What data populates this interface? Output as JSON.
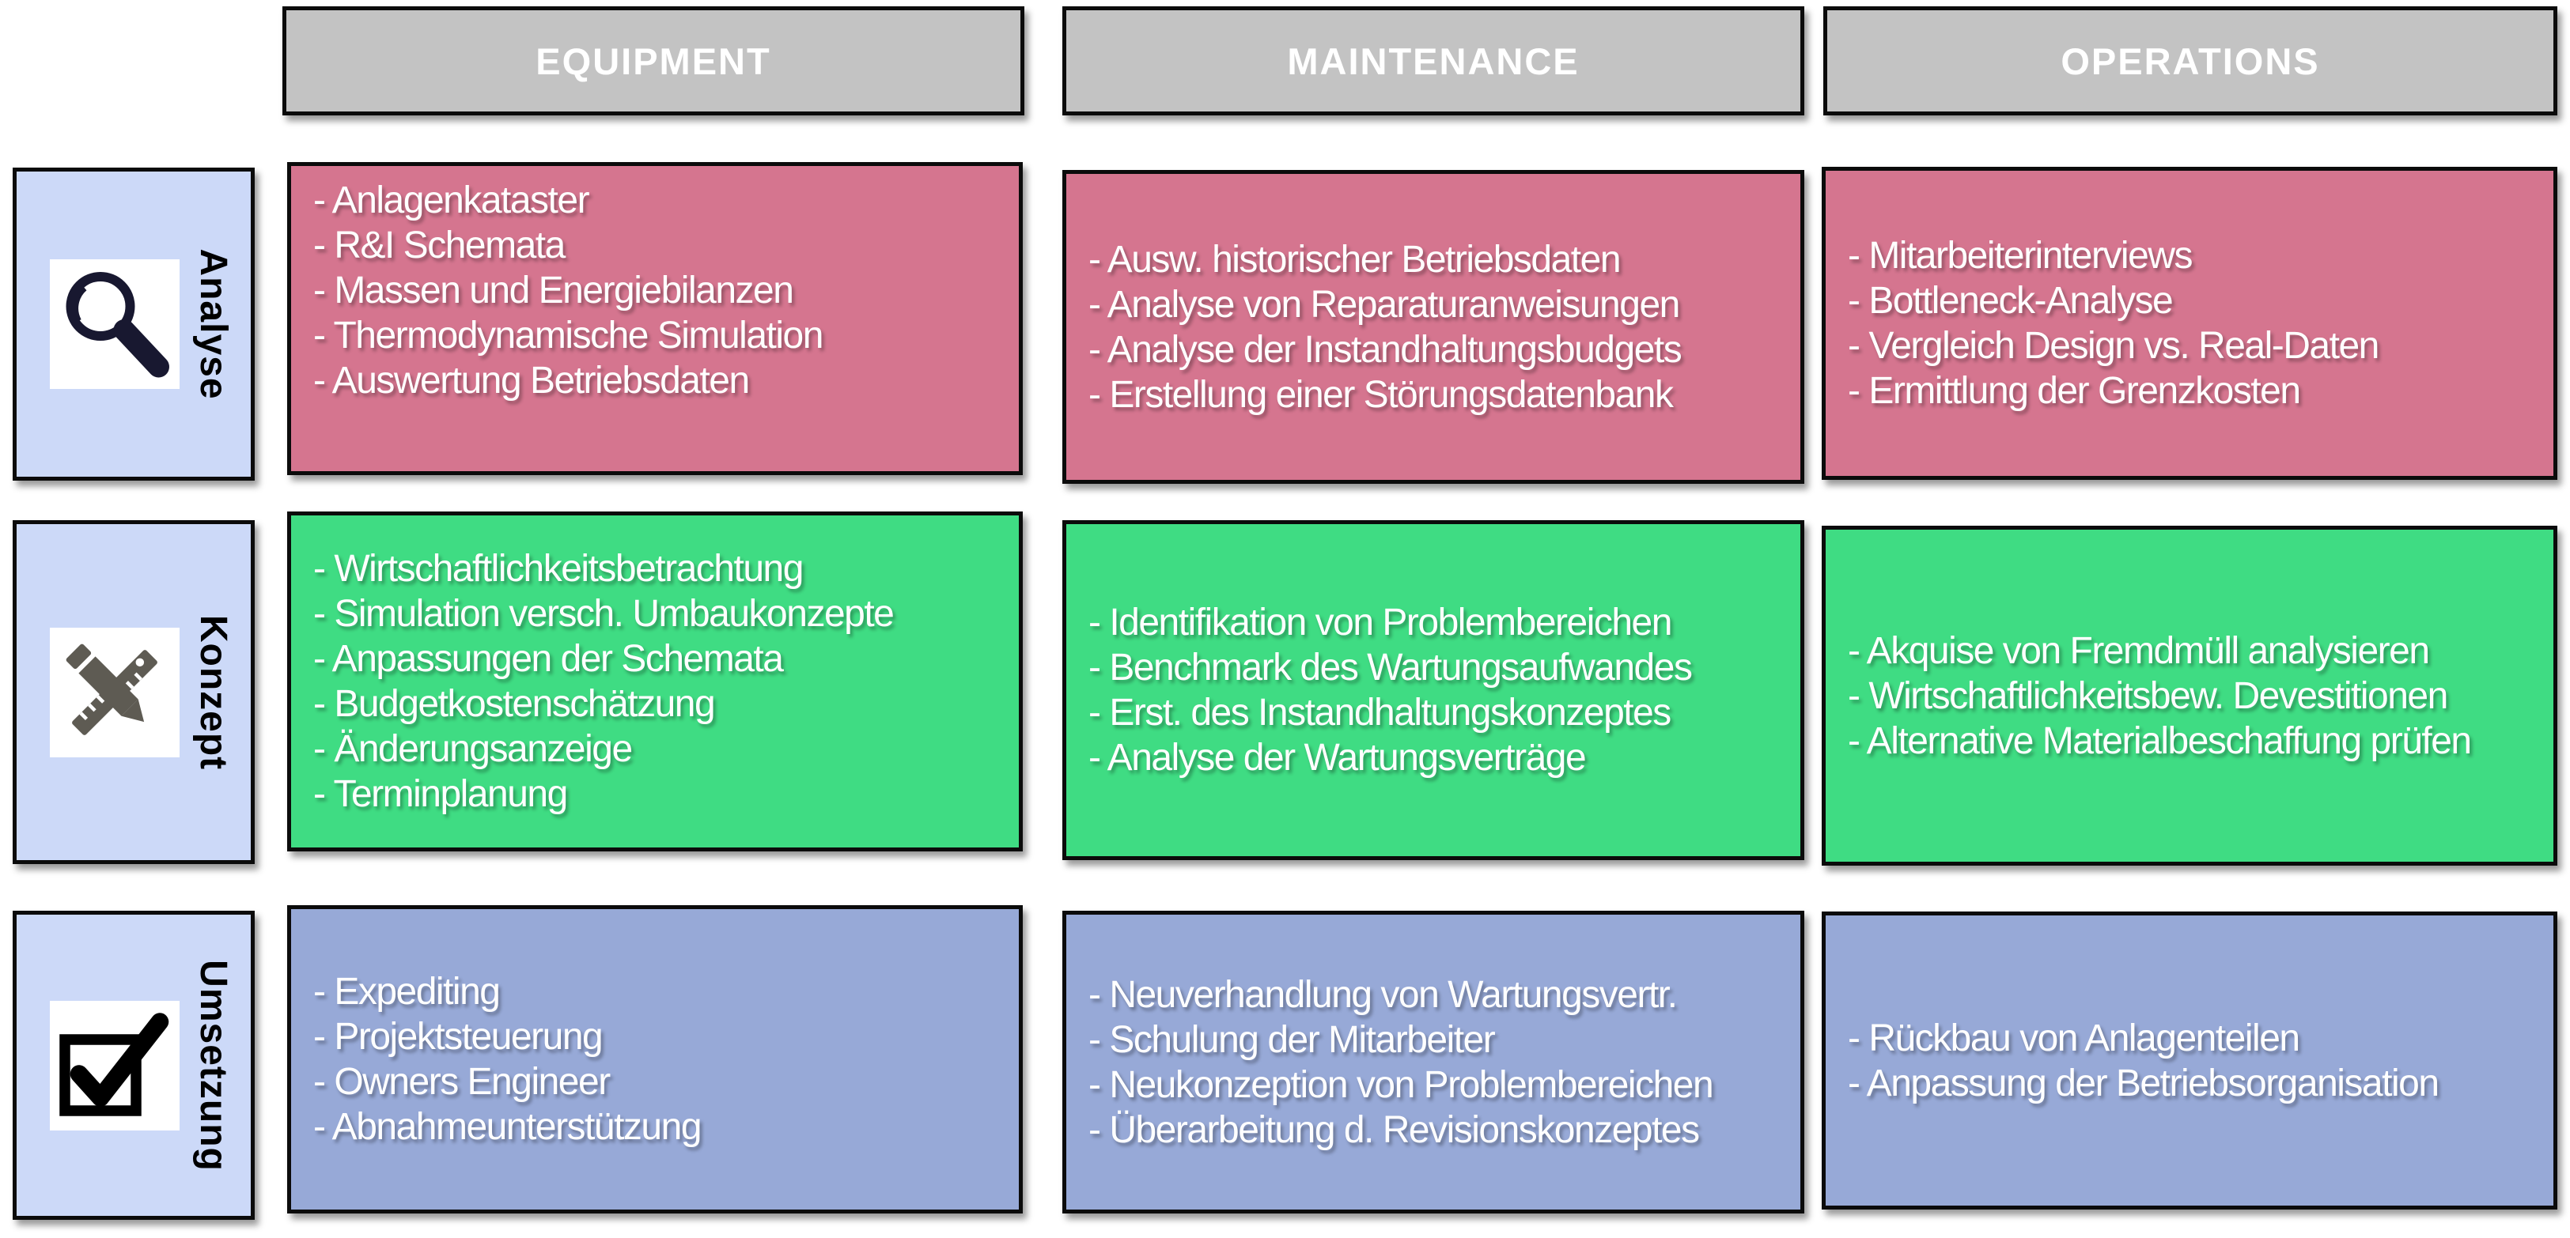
{
  "columns": [
    {
      "label": "EQUIPMENT"
    },
    {
      "label": "MAINTENANCE"
    },
    {
      "label": "OPERATIONS"
    }
  ],
  "rows": [
    {
      "label": "Analyse",
      "icon": "magnifier-icon",
      "cells": [
        {
          "column": "EQUIPMENT",
          "items": [
            "- Anlagenkataster",
            "- R&I Schemata",
            "- Massen und Energiebilanzen",
            "- Thermodynamische Simulation",
            "- Auswertung Betriebsdaten"
          ]
        },
        {
          "column": "MAINTENANCE",
          "items": [
            "- Ausw. historischer Betriebsdaten",
            "- Analyse von Reparaturanweisungen",
            "- Analyse der Instandhaltungsbudgets",
            "- Erstellung einer Störungsdatenbank"
          ]
        },
        {
          "column": "OPERATIONS",
          "items": [
            "- Mitarbeiterinterviews",
            "- Bottleneck-Analyse",
            "- Vergleich Design vs. Real-Daten",
            "- Ermittlung der Grenzkosten"
          ]
        }
      ]
    },
    {
      "label": "Konzept",
      "icon": "pencil-ruler-icon",
      "cells": [
        {
          "column": "EQUIPMENT",
          "items": [
            "- Wirtschaftlichkeitsbetrachtung",
            "- Simulation versch. Umbaukonzepte",
            "- Anpassungen der Schemata",
            "- Budgetkostenschätzung",
            "- Änderungsanzeige",
            "- Terminplanung"
          ]
        },
        {
          "column": "MAINTENANCE",
          "items": [
            "- Identifikation von Problembereichen",
            "- Benchmark des Wartungsaufwandes",
            "- Erst. des Instandhaltungskonzeptes",
            "- Analyse der Wartungsverträge"
          ]
        },
        {
          "column": "OPERATIONS",
          "items": [
            "- Akquise von Fremdmüll analysieren",
            "- Wirtschaftlichkeitsbew. Devestitionen",
            "- Alternative Materialbeschaffung prüfen"
          ]
        }
      ]
    },
    {
      "label": "Umsetzung",
      "icon": "checkbox-icon",
      "cells": [
        {
          "column": "EQUIPMENT",
          "items": [
            "- Expediting",
            "- Projektsteuerung",
            "- Owners Engineer",
            "- Abnahmeunterstützung"
          ]
        },
        {
          "column": "MAINTENANCE",
          "items": [
            "- Neuverhandlung von Wartungsvertr.",
            "- Schulung der Mitarbeiter",
            "- Neukonzeption von Problembereichen",
            "- Überarbeitung d. Revisionskonzeptes"
          ]
        },
        {
          "column": "OPERATIONS",
          "items": [
            "- Rückbau von Anlagenteilen",
            "- Anpassung der Betriebsorganisation"
          ]
        }
      ]
    }
  ],
  "colors": {
    "header_bg": "#c3c3c3",
    "header_text": "#ffffff",
    "analyse_row_bg": "#d5758f",
    "konzept_row_bg": "#3fdc83",
    "umsetzung_row_bg": "#97a9d7",
    "row_label_bg": "#ccd9f8",
    "row_label_text": "#000000",
    "cell_text": "#ffffff",
    "border": "#0b0b0b"
  }
}
